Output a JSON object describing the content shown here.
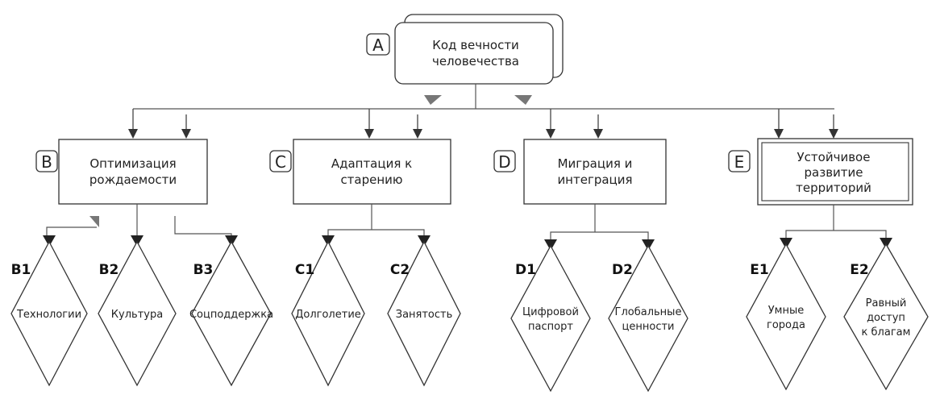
{
  "root": {
    "badge": "A",
    "line1": "Код вечности",
    "line2": "человечества"
  },
  "categories": [
    {
      "badge": "B",
      "lines": [
        "Оптимизация",
        "рождаемости"
      ]
    },
    {
      "badge": "C",
      "lines": [
        "Адаптация к",
        "старению"
      ]
    },
    {
      "badge": "D",
      "lines": [
        "Миграция и",
        "интеграция"
      ]
    },
    {
      "badge": "E",
      "lines": [
        "Устойчивое",
        "развитие",
        "территорий"
      ]
    }
  ],
  "leaves": [
    {
      "id": "B1",
      "lines": [
        "Технологии"
      ]
    },
    {
      "id": "B2",
      "lines": [
        "Культура"
      ]
    },
    {
      "id": "B3",
      "lines": [
        "Соцподдержка"
      ]
    },
    {
      "id": "C1",
      "lines": [
        "Долголетие"
      ]
    },
    {
      "id": "C2",
      "lines": [
        "Занятость"
      ]
    },
    {
      "id": "D1",
      "lines": [
        "Цифровой",
        "паспорт"
      ]
    },
    {
      "id": "D2",
      "lines": [
        "Глобальные",
        "ценности"
      ]
    },
    {
      "id": "E1",
      "lines": [
        "Умные",
        "города"
      ]
    },
    {
      "id": "E2",
      "lines": [
        "Равный",
        "доступ",
        "к благам"
      ]
    }
  ]
}
